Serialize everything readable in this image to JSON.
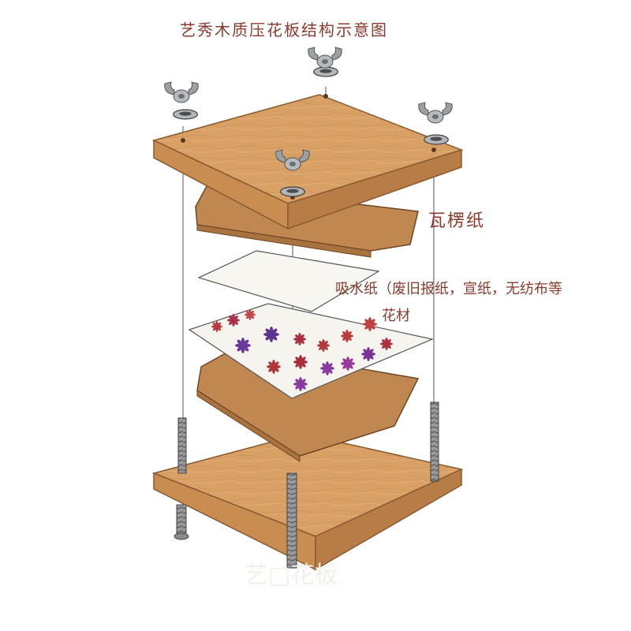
{
  "title": "艺秀木质压花板结构示意图",
  "labels": {
    "cardboard": "瓦楞纸",
    "absorbent_paper": "吸水纸（废旧报纸，宣纸，无纺布等",
    "flowers": "花材"
  },
  "watermark": "艺□花板",
  "colors": {
    "label_text": "#8a3a2c",
    "wood_top": "#d9a066",
    "wood_side": "#c98d52",
    "cardboard": "#c08850",
    "paper": "#f6f4ef",
    "bolt": "#8f8f8f"
  },
  "components": [
    {
      "name": "wing-nut",
      "count": 4
    },
    {
      "name": "washer",
      "count": 4
    },
    {
      "name": "wooden-board",
      "count": 2
    },
    {
      "name": "corrugated-cardboard",
      "count": 2
    },
    {
      "name": "absorbent-paper",
      "count": 2
    },
    {
      "name": "bolt",
      "count": 4
    }
  ]
}
